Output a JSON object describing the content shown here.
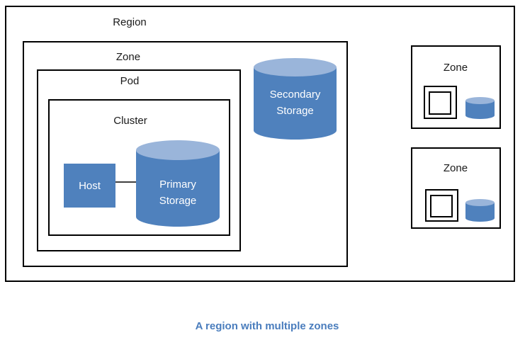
{
  "diagram": {
    "region": {
      "label": "Region"
    },
    "zone_main": {
      "label": "Zone"
    },
    "pod": {
      "label": "Pod"
    },
    "cluster": {
      "label": "Cluster"
    },
    "host": {
      "label": "Host"
    },
    "primary_storage": {
      "line1": "Primary",
      "line2": "Storage"
    },
    "secondary_storage": {
      "line1": "Secondary",
      "line2": "Storage"
    },
    "zone_small_1": {
      "label": "Zone"
    },
    "zone_small_2": {
      "label": "Zone"
    },
    "caption": "A region with multiple zones",
    "colors": {
      "cylinder_body": "#4f81bd",
      "cylinder_top": "#9ab5da",
      "host_fill": "#4f81bd",
      "box_border": "#000000",
      "connector": "#3f3f3f",
      "caption_text": "#4a7dbd"
    }
  }
}
